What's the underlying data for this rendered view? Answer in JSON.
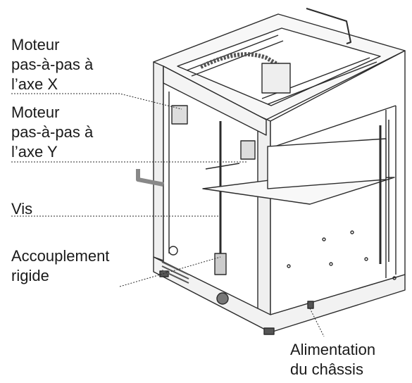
{
  "labels": {
    "x_motor": [
      "Moteur",
      "pas-à-pas à",
      "l’axe X"
    ],
    "y_motor": [
      "Moteur",
      "pas-à-pas à",
      "l’axe Y"
    ],
    "screw": [
      "Vis"
    ],
    "coupling": [
      "Accouplement",
      "rigide"
    ],
    "power": [
      "Alimentation",
      "du châssis"
    ]
  },
  "colors": {
    "line": "#2b2b2b",
    "frame": "#3a3a3a",
    "panel": "#ffffff",
    "shade": "#d9d9d9",
    "dark": "#333333"
  }
}
